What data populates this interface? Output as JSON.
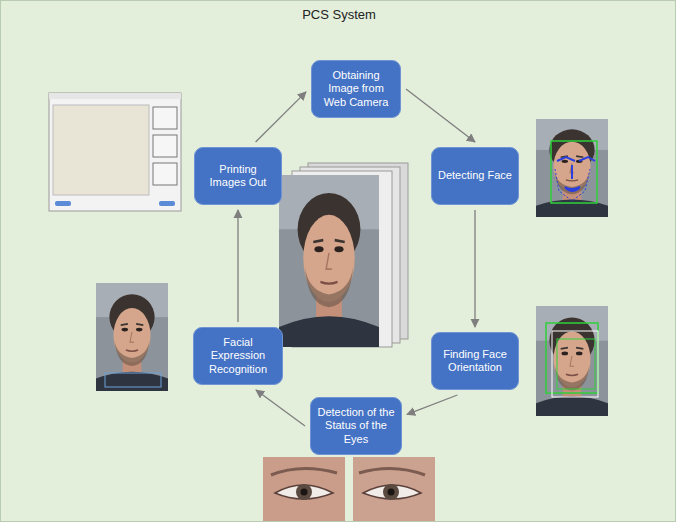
{
  "diagram": {
    "title": "PCS System",
    "nodes": [
      {
        "text": [
          "Obtaining Image from Web Camera"
        ]
      },
      {
        "text": [
          "Detecting Face"
        ]
      },
      {
        "text": [
          "Finding Face Orientation"
        ]
      },
      {
        "text": [
          "Detection of the Status of the Eyes"
        ]
      },
      {
        "text": [
          "Facial Expression Recognition"
        ]
      },
      {
        "text": [
          "Printing Images Out"
        ]
      }
    ],
    "edges": [
      {
        "from": 0,
        "to": 1,
        "arrow": "to"
      },
      {
        "from": 1,
        "to": 2,
        "arrow": "to"
      },
      {
        "from": 2,
        "to": 3,
        "arrow": "to"
      },
      {
        "from": 3,
        "to": 4,
        "arrow": "to"
      },
      {
        "from": 4,
        "to": 5,
        "arrow": "to"
      },
      {
        "from": 5,
        "to": 0,
        "arrow": "to"
      }
    ]
  }
}
